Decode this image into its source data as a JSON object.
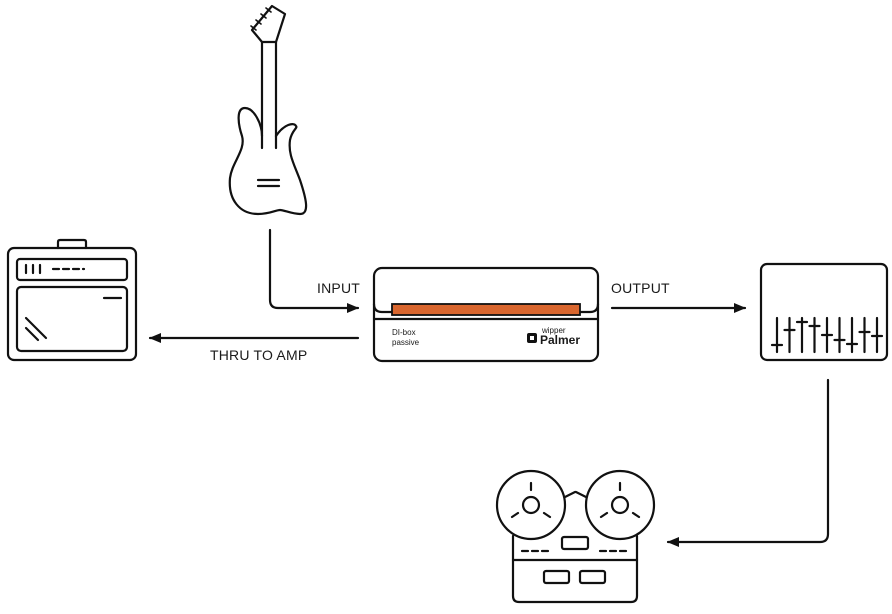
{
  "labels": {
    "input": "INPUT",
    "output": "OUTPUT",
    "thru_to_amp": "THRU TO AMP"
  },
  "dibox": {
    "model_line1": "DI-box",
    "model_line2": "passive",
    "brand_small": "wipper",
    "brand": "Palmer"
  },
  "colors": {
    "stroke": "#111111",
    "accent_stripe": "#d9662e"
  },
  "icons": {
    "guitar": "bass-guitar-icon",
    "amp": "guitar-amp-icon",
    "dibox": "di-box-icon",
    "mixer": "mixing-console-icon",
    "recorder": "reel-to-reel-recorder-icon"
  }
}
